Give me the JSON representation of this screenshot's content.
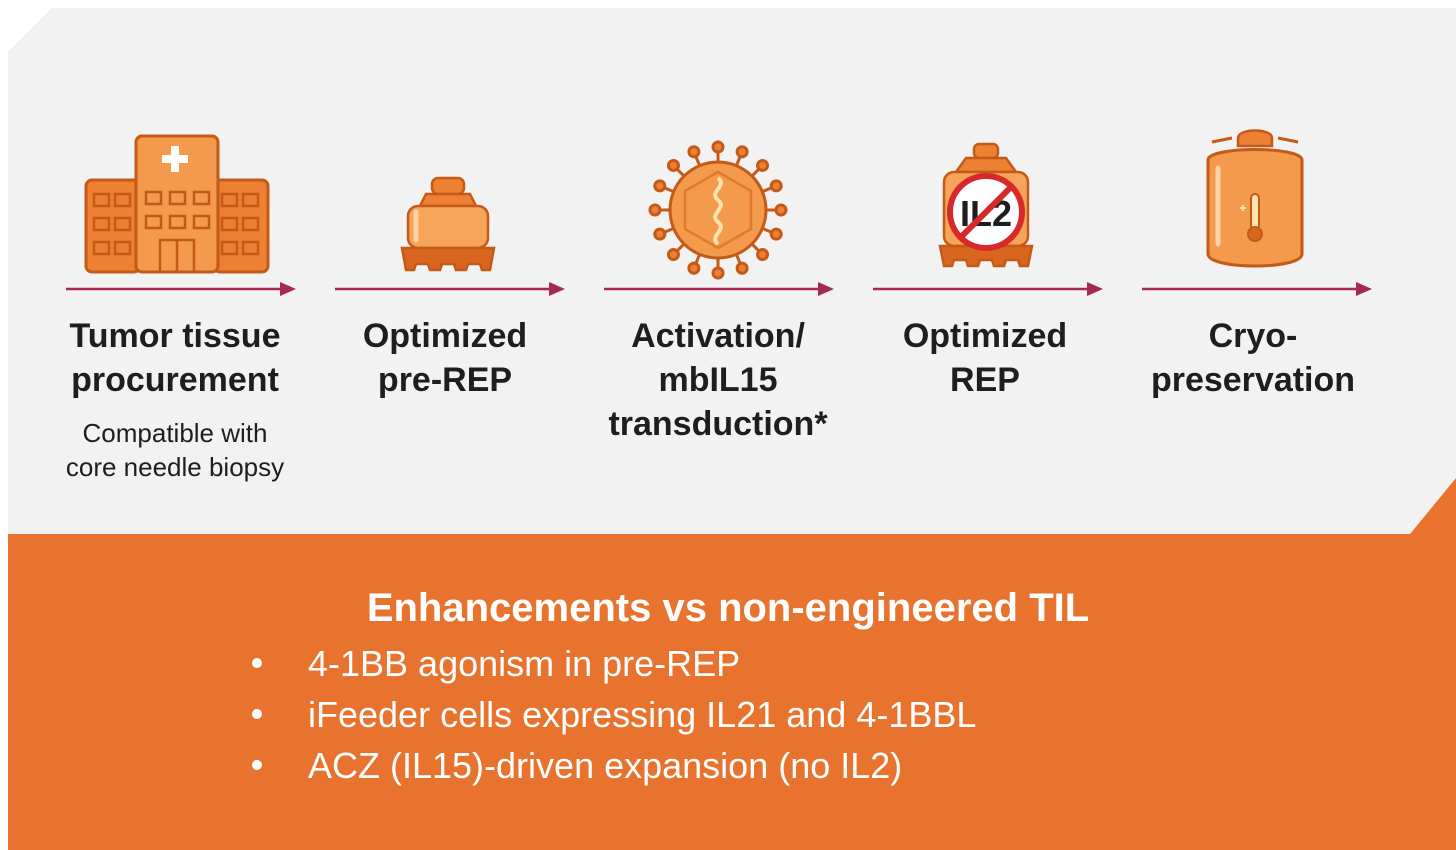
{
  "colors": {
    "panel": "#f2f2f2",
    "banner": "#e8732e",
    "icon_orange": "#ed8032",
    "icon_dark": "#c45a17",
    "arrow": "#a42a55"
  },
  "steps": [
    {
      "title_lines": [
        "Tumor tissue",
        "procurement"
      ],
      "note_lines": [
        "Compatible with",
        "core needle biopsy"
      ],
      "icon": "hospital-icon"
    },
    {
      "title_lines": [
        "Optimized",
        "pre-REP"
      ],
      "icon": "bioreactor-icon"
    },
    {
      "title_lines": [
        "Activation/",
        "mbIL15",
        "transduction*"
      ],
      "icon": "virus-icon"
    },
    {
      "title_lines": [
        "Optimized",
        "REP"
      ],
      "icon": "bioreactor-no-il2-icon",
      "icon_label": "IL2"
    },
    {
      "title_lines": [
        "Cryo-",
        "preservation"
      ],
      "icon": "cryo-tank-icon"
    }
  ],
  "banner": {
    "title": "Enhancements vs non-engineered TIL",
    "bullets": [
      "4-1BB agonism in pre-REP",
      "iFeeder cells expressing IL21 and 4-1BBL",
      "ACZ (IL15)-driven expansion (no IL2)"
    ]
  }
}
